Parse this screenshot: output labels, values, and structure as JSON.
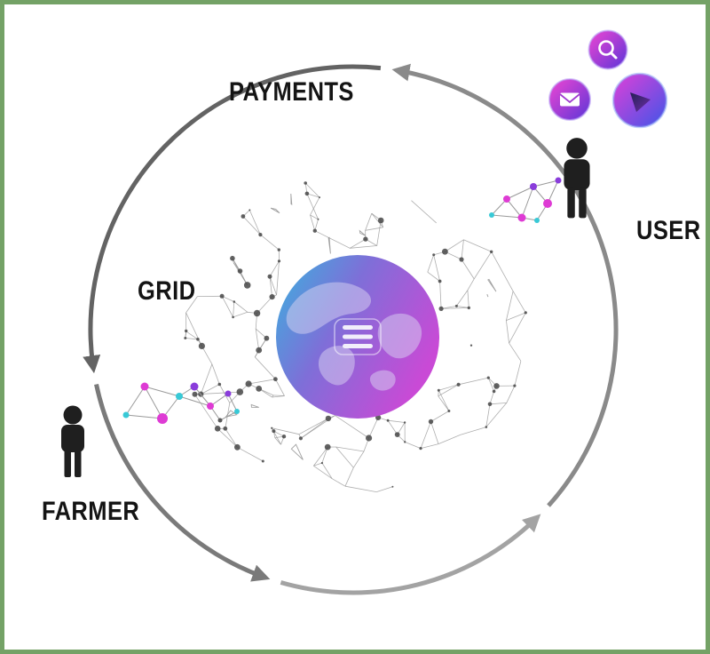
{
  "page": {
    "background": "#ffffff",
    "frame_color": "#74a266"
  },
  "diagram": {
    "labels": {
      "payments": "PAYMENTS",
      "user": "USER",
      "grid": "GRID",
      "farmer": "FARMER"
    },
    "flow_direction": "counterclockwise",
    "center": {
      "logo_name": "threefold-globe-logo",
      "logo_bars": 3
    },
    "icons": {
      "search": "search-icon",
      "mail": "mail-icon",
      "play": "play-icon",
      "user_person": "person-icon",
      "farmer_person": "person-icon"
    },
    "colors": {
      "arrow_dark": "#636363",
      "arrow_mid": "#7a7a7a",
      "arrow_light": "#a3a3a3",
      "label_text": "#141414",
      "mesh_node": "#474747",
      "mesh_line": "#8f8f8f",
      "node_magenta": "#de3bd4",
      "node_cyan": "#38c9d6",
      "node_purple": "#8a3ddb",
      "globe_cyan": "#39b3de",
      "globe_magenta": "#c94ad6",
      "badge_gradient_start": "#ef46d2",
      "badge_gradient_end": "#5b35d8"
    }
  }
}
